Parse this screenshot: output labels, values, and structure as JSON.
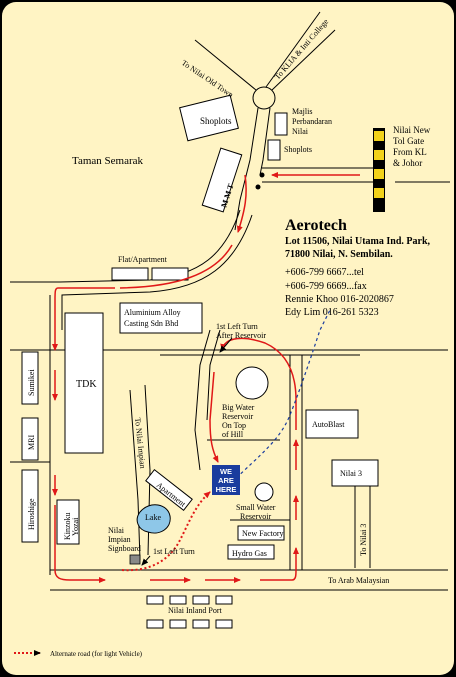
{
  "colors": {
    "background": "#fff4c4",
    "road": "#000000",
    "route_arrow": "#e01818",
    "alt_route": "#e01818",
    "highlight_box": "#1a3c9e",
    "highlight_text": "#ffffff",
    "tolgate_yellow": "#f2d21a"
  },
  "roads": {
    "nilai_old_town": "To Nilai Old Town",
    "klia": "To KLIA & Inti College",
    "nilai_impian": "To Nilai Impian",
    "nilai3": "To Nilai 3",
    "arab_malaysian": "To Arab Malaysian",
    "first_left_turn": "1st Left Turn",
    "first_left_turn_reservoir": [
      "1st Left Turn",
      "After Reservoir"
    ]
  },
  "places": {
    "taman_semarak": "Taman Semarak",
    "shoplots_top": "Shoplots",
    "majlis": [
      "Majlis",
      "Perbandaran",
      "Nilai"
    ],
    "shoplots_right": "Shoplots",
    "mmt": "M M T",
    "flat": "Flat/Apartment",
    "aluminium": [
      "Aluminium Alloy",
      "Casting Sdn Bhd"
    ],
    "tdk": "TDK",
    "sumikei": "Sumikei",
    "mri": "MRI",
    "hiroshige": "Hiroshige",
    "kinzoku": [
      "Kinzoku",
      "Yozai"
    ],
    "apartment": "Apartment",
    "lake": "Lake",
    "signboard": [
      "Nilai",
      "Impian",
      "Signboard"
    ],
    "big_reservoir": [
      "Big Water",
      "Reservoir",
      "On Top",
      "of Hill"
    ],
    "small_reservoir": [
      "Small Water",
      "Reservoir"
    ],
    "autoblast": "AutoBlast",
    "nilai3": "Nilai 3",
    "new_factory": "New Factory",
    "hydro_gas": "Hydro Gas",
    "inland_port": "Nilai Inland Port",
    "tolgate": [
      "Nilai New",
      "Tol Gate",
      "From KL",
      "& Johor"
    ]
  },
  "we_are_here": [
    "WE",
    "ARE",
    "HERE"
  ],
  "company": {
    "name": "Aerotech",
    "address1": "Lot 11506, Nilai Utama Ind. Park,",
    "address2": "71800 Nilai, N. Sembilan.",
    "tel": "+606-799 6667...tel",
    "fax": "+606-799 6669...fax",
    "contact1": "Rennie Khoo 016-2020867",
    "contact2": "Edy Lim 016-261 5323"
  },
  "legend": {
    "alt_road": "Alternate road (for light Vehicle)"
  }
}
